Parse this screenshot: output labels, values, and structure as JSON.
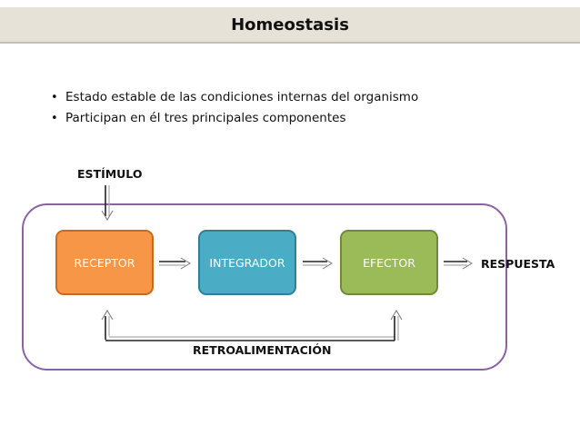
{
  "title": "Homeostasis",
  "bullets": [
    "Estado estable de las condiciones internas del organismo",
    "Participan en él tres principales componentes"
  ],
  "diagram": {
    "stimulus": "ESTÍMULO",
    "receptor": "RECEPTOR",
    "integrator": "INTEGRADOR",
    "effector": "EFECTOR",
    "response": "RESPUESTA",
    "feedback": "RETROALIMENTACIÓN"
  },
  "colors": {
    "receptor": "#f79646",
    "integrator": "#4bacc6",
    "effector": "#9bbb59",
    "container_border": "#8a63a6",
    "title_bar": "#e7e2d8"
  }
}
